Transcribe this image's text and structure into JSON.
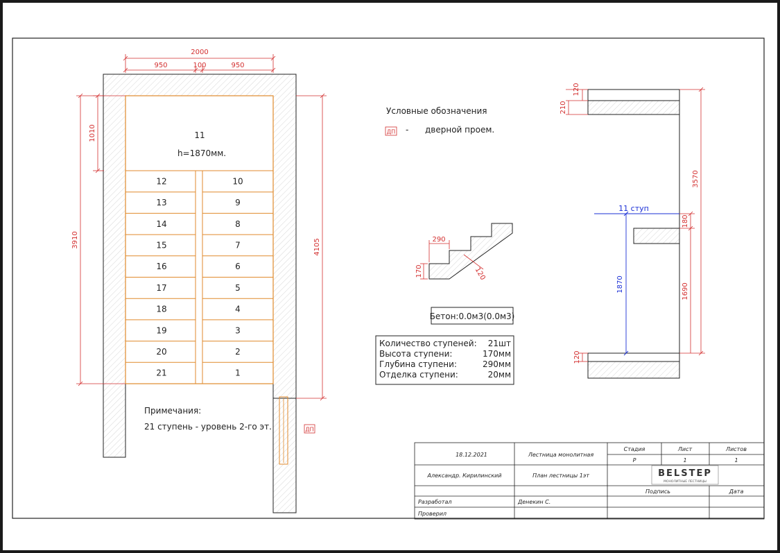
{
  "plan": {
    "dims": {
      "total_width": "2000",
      "left_width": "950",
      "gap_width": "100",
      "right_width": "950",
      "top_offset": "1010",
      "left_height": "3910",
      "right_height": "4105"
    },
    "landing_step": "11",
    "landing_height": "h=1870мм.",
    "left_steps": [
      "12",
      "13",
      "14",
      "15",
      "16",
      "17",
      "18",
      "19",
      "20",
      "21"
    ],
    "right_steps": [
      "10",
      "9",
      "8",
      "7",
      "6",
      "5",
      "4",
      "3",
      "2",
      "1"
    ],
    "door_tag": "ДП"
  },
  "notes": {
    "title": "Примечания:",
    "line1": "21 ступень - уровень 2-го эт."
  },
  "legend": {
    "title": "Условные обозначения",
    "tag": "ДП",
    "dash": "-",
    "text": "дверной проем."
  },
  "detail": {
    "tread": "290",
    "riser": "170",
    "thickness": "120"
  },
  "concrete": "Бетон:0.0м3(0.0м3)",
  "specs": [
    {
      "label": "Количество ступеней:",
      "value": "21шт"
    },
    {
      "label": "Высота ступени:",
      "value": "170мм"
    },
    {
      "label": "Глубина ступени:",
      "value": "290мм"
    },
    {
      "label": "Отделка ступени:",
      "value": "20мм"
    }
  ],
  "section": {
    "d120_top": "120",
    "d210": "210",
    "d3570": "3570",
    "step_label": "11 ступ",
    "d180": "180",
    "d1870": "1870",
    "d1690": "1690",
    "d120_bottom": "120"
  },
  "title_block": {
    "date": "18.12.2021",
    "name": "Лестница монолитная",
    "stage_header": "Стадия",
    "sheet_header": "Лист",
    "sheets_header": "Листов",
    "stage": "Р",
    "sheet": "1",
    "sheets": "1",
    "customer": "Александр. Кирилинский",
    "plan_title": "План лестницы 1эт",
    "logo_text": "BELSTEP",
    "logo_sub": "МОНОЛИТНЫЕ ЛЕСТНИЦЫ",
    "sign": "Подпись",
    "date_header": "Дата",
    "developed": "Разработал",
    "developer": "Денекин С.",
    "checked": "Проверил"
  },
  "colors": {
    "dimension": "#d32f2f",
    "stair_edge": "#e08a2c",
    "blue_dim": "#1a2fd6",
    "line": "#222222"
  }
}
